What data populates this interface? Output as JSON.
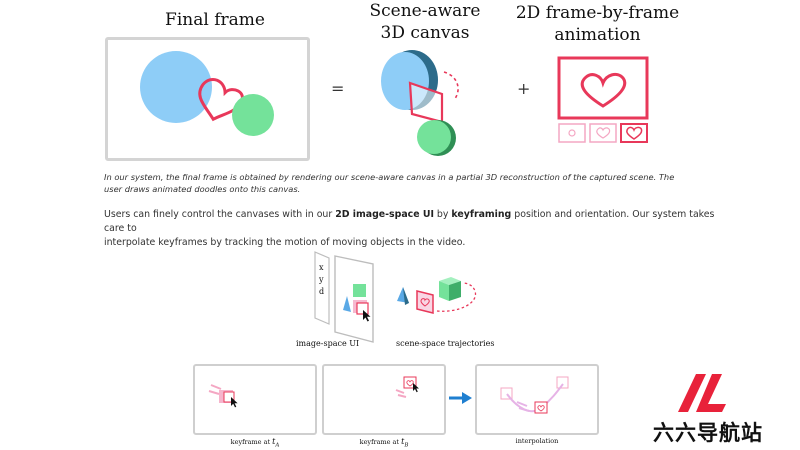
{
  "top": {
    "final_frame_title": "Final frame",
    "scene_canvas_title_line1": "Scene-aware",
    "scene_canvas_title_line2": "3D canvas",
    "anim_title_line1": "2D frame-by-frame",
    "anim_title_line2": "animation",
    "equals": "=",
    "plus": "+"
  },
  "caption": {
    "line1": "In our system, the final frame is obtained by rendering our scene-aware canvas in a partial 3D reconstruction of the captured scene. The",
    "line2": "user draws animated doodles onto this canvas."
  },
  "paragraph": {
    "part1": "Users can finely control the canvases with in our ",
    "bold1": "2D image-space UI",
    "part2": " by ",
    "bold2": "keyframing",
    "part3": " position and orientation. Our system takes care to",
    "line2": "interpolate keyframes by tracking the motion of moving objects in the video."
  },
  "middle": {
    "axis_x": "x",
    "axis_y": "y",
    "axis_d": "d",
    "image_space_label": "image-space UI",
    "scene_space_label": "scene-space trajectories"
  },
  "keyframes": {
    "kf_a_prefix": "keyframe at ",
    "kf_a_var": "t",
    "kf_a_sub": "A",
    "kf_b_prefix": "keyframe at ",
    "kf_b_var": "t",
    "kf_b_sub": "B",
    "interp_label": "interpolation"
  },
  "watermark": {
    "text": "六六导航站"
  },
  "colors": {
    "blue_circle": "#8ecdf7",
    "green_circle": "#74e29a",
    "heart_red": "#e8385a",
    "pink": "#f4a7c3",
    "arrow_blue": "#1f7fd0"
  }
}
